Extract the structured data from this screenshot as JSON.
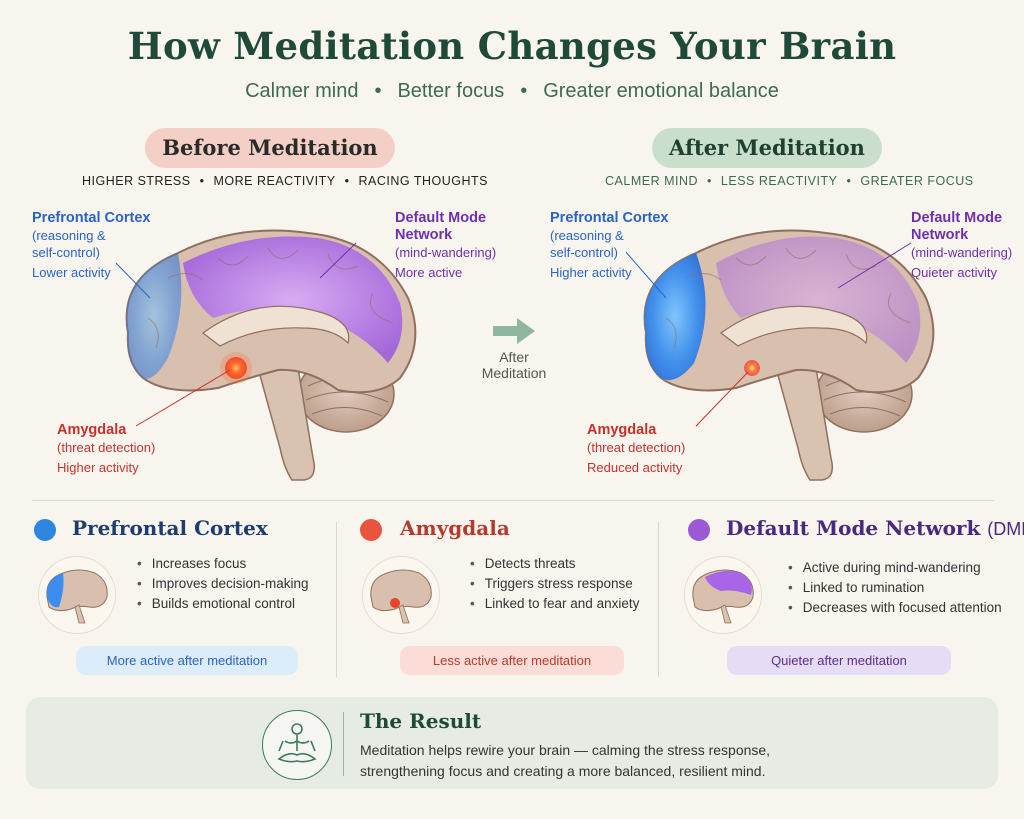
{
  "header": {
    "title": "How Meditation Changes Your Brain",
    "subtitle": [
      "Calmer mind",
      "Better focus",
      "Greater emotional balance"
    ]
  },
  "before": {
    "pill": "Before Meditation",
    "tags": [
      "HIGHER STRESS",
      "MORE REACTIVITY",
      "RACING THOUGHTS"
    ],
    "pfc": {
      "name": "Prefrontal Cortex",
      "desc1": "(reasoning &",
      "desc2": "self-control)",
      "state": "Lower activity"
    },
    "dmn": {
      "name1": "Default Mode",
      "name2": "Network",
      "desc": "(mind-wandering)",
      "state": "More active"
    },
    "amygdala": {
      "name": "Amygdala",
      "desc": "(threat detection)",
      "state": "Higher activity"
    },
    "levels": {
      "pfc": 0.35,
      "dmn": 0.9,
      "amygdala": 0.9
    }
  },
  "transition": {
    "line1": "After",
    "line2": "Meditation"
  },
  "after": {
    "pill": "After Meditation",
    "tags": [
      "CALMER MIND",
      "LESS REACTIVITY",
      "GREATER FOCUS"
    ],
    "pfc": {
      "name": "Prefrontal Cortex",
      "desc1": "(reasoning &",
      "desc2": "self-control)",
      "state": "Higher activity"
    },
    "dmn": {
      "name1": "Default Mode",
      "name2": "Network",
      "desc": "(mind-wandering)",
      "state": "Quieter activity"
    },
    "amygdala": {
      "name": "Amygdala",
      "desc": "(threat detection)",
      "state": "Reduced activity"
    },
    "levels": {
      "pfc": 0.9,
      "dmn": 0.4,
      "amygdala": 0.4
    }
  },
  "cards": [
    {
      "title": "Prefrontal Cortex",
      "suffix": "",
      "color": "#2e86de",
      "bullets": [
        "Increases focus",
        "Improves decision-making",
        "Builds emotional control"
      ],
      "badge": "More active after meditation",
      "badge_bg": "#dcecfa",
      "badge_color": "#2a63c4"
    },
    {
      "title": "Amygdala",
      "suffix": "",
      "color": "#e8543e",
      "bullets": [
        "Detects threats",
        "Triggers stress response",
        "Linked to fear and anxiety"
      ],
      "badge": "Less active after meditation",
      "badge_bg": "#fbdcd6",
      "badge_color": "#b83a2e"
    },
    {
      "title": "Default Mode Network",
      "suffix": "(DMN)",
      "color": "#9b59d6",
      "bullets": [
        "Active during mind-wandering",
        "Linked to rumination",
        "Decreases with focused attention"
      ],
      "badge": "Quieter after meditation",
      "badge_bg": "#e6dcf5",
      "badge_color": "#5b2d8e"
    }
  ],
  "result": {
    "title": "The Result",
    "line1": "Meditation helps rewire your brain — calming the stress response,",
    "line2": "strengthening focus and creating a more balanced, resilient mind."
  },
  "colors": {
    "title": "#1f4a3a",
    "pfc": "#2e86de",
    "dmn": "#9b59d6",
    "amygdala": "#e8432e"
  }
}
